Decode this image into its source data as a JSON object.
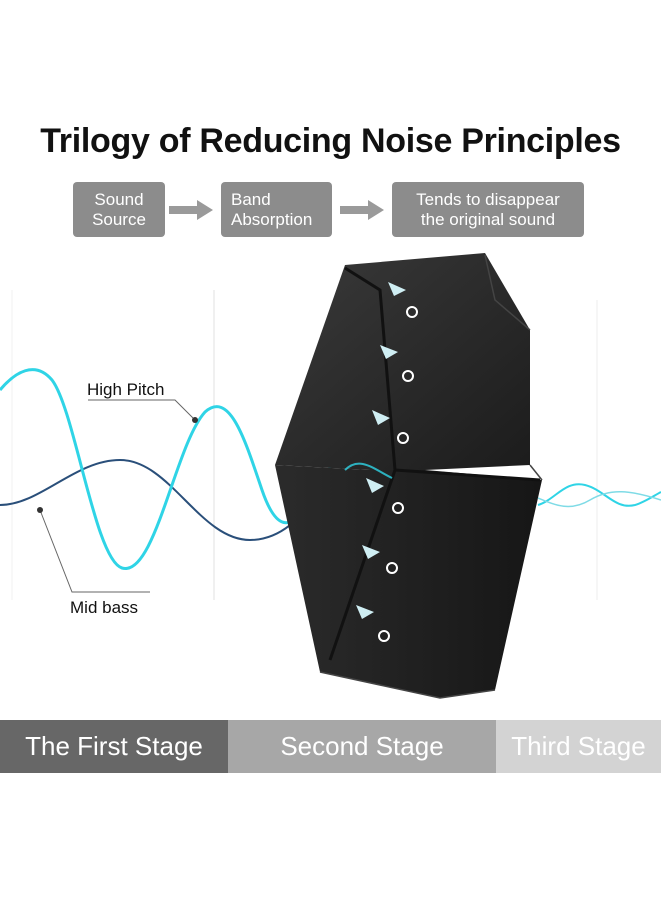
{
  "title": "Trilogy of Reducing Noise Principles",
  "flow": {
    "steps": [
      {
        "line1": "Sound",
        "line2": "Source"
      },
      {
        "line1": "Band",
        "line2": "Absorption"
      },
      {
        "line1": "Tends to disappear",
        "line2": "the original sound"
      }
    ]
  },
  "waves": {
    "high_label": "High Pitch",
    "mid_label": "Mid bass",
    "high_color": "#2fd4e6",
    "mid_color": "#2a4f7a"
  },
  "stages": [
    {
      "label": "The First Stage",
      "color": "#676767"
    },
    {
      "label": "Second Stage",
      "color": "#a7a7a7"
    },
    {
      "label": "Third Stage",
      "color": "#d3d3d3"
    }
  ]
}
